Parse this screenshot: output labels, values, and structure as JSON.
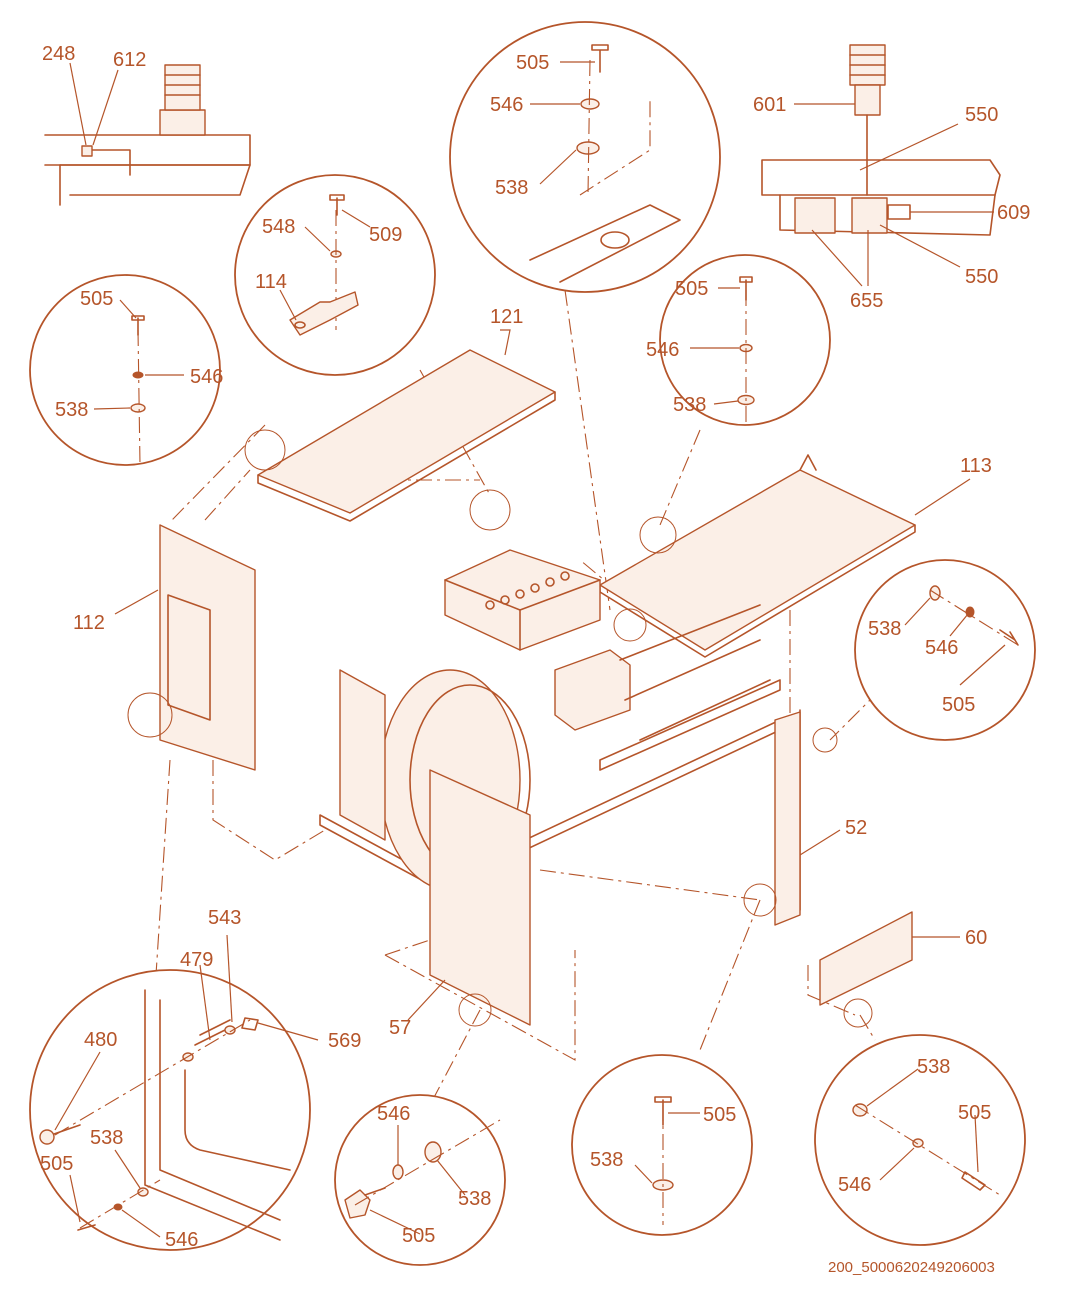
{
  "drawing_code": "200_5000620249206003",
  "colors": {
    "ink": "#b5552a",
    "background": "#ffffff",
    "panel_fill": "#fbefe7"
  },
  "labels": {
    "l248": "248",
    "l612": "612",
    "l601": "601",
    "l550a": "550",
    "l609": "609",
    "l550b": "550",
    "l655": "655",
    "l505_top": "505",
    "l546_top": "546",
    "l538_top": "538",
    "l548": "548",
    "l509": "509",
    "l114": "114",
    "l505_left": "505",
    "l546_left": "546",
    "l538_left": "538",
    "l121": "121",
    "l505_mid": "505",
    "l546_mid": "546",
    "l538_mid": "538",
    "l113": "113",
    "l112": "112",
    "l538_right": "538",
    "l546_right": "546",
    "l505_right": "505",
    "l52": "52",
    "l60": "60",
    "l57": "57",
    "l543": "543",
    "l479": "479",
    "l480": "480",
    "l569": "569",
    "l505_bl": "505",
    "l538_bl": "538",
    "l546_bl": "546",
    "l546_bc": "546",
    "l538_bc": "538",
    "l505_bc": "505",
    "l505_bm": "505",
    "l538_bm": "538",
    "l538_br": "538",
    "l505_br": "505",
    "l546_br": "546"
  }
}
